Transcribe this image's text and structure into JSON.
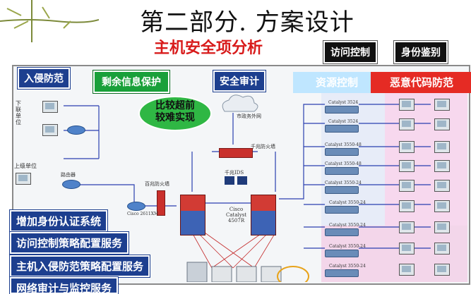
{
  "slide": {
    "title": "第二部分. 方案设计",
    "subtitle": "主机安全项分析",
    "top_tags": [
      "访问控制",
      "身份鉴别"
    ]
  },
  "diagram": {
    "labels": {
      "intrusion": "入侵防范",
      "residual": "剩余信息保护",
      "audit": "安全审计",
      "resource": "资源控制",
      "malware": "恶意代码防范",
      "bubble": "比较超前\n较难实现"
    },
    "left_lower": {
      "lower_unit": "下\n联\n单\n位",
      "upper_unit": "上级单位",
      "router": "路由器"
    },
    "network": {
      "extranet": "市政务外网",
      "gig_firewall": "千兆防火墙",
      "gig_ids": "千兆IDS",
      "hundred_firewall": "百兆防火墙",
      "cisco": "Cisco\nCatalyst\n4507R",
      "router_model": "Cisco 2611XM"
    },
    "switches": [
      "Catalyst 3524",
      "Catalyst 3524",
      "Catalyst 3550-48",
      "Catalyst 3550-48",
      "Catalyst 3550-24",
      "Catalyst 3550-24",
      "Catalyst 3550-24",
      "Catalyst 3550-24",
      "Catalyst 3550-24"
    ],
    "bottom_boxes": [
      "增加身份认证系统",
      "访问控制策略配置服务",
      "主机入侵防范策略配置服务",
      "网络审计与监控服务"
    ]
  }
}
